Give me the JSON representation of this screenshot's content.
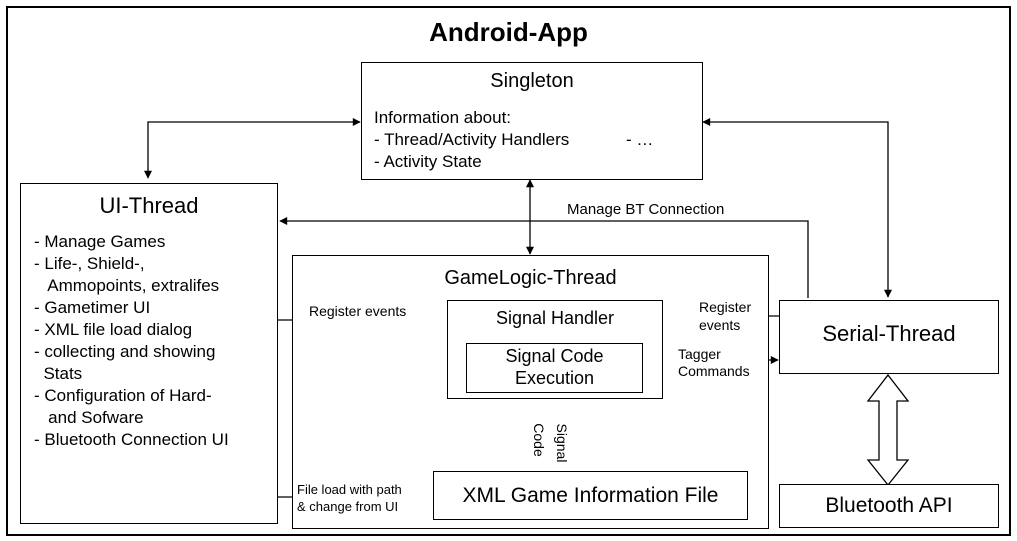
{
  "app_title": "Android-App",
  "singleton": {
    "title": "Singleton",
    "info_heading": "Information about:",
    "items": [
      "- Thread/Activity Handlers",
      "- Activity State"
    ],
    "ellipsis": "- …"
  },
  "ui_thread": {
    "title": "UI-Thread",
    "items": [
      "- Manage Games",
      "- Life-, Shield-,",
      "   Ammopoints, extralifes",
      "- Gametimer UI",
      "- XML file load dialog",
      "- collecting and showing",
      "  Stats",
      "- Configuration of Hard-",
      "   and Sofware",
      "- Bluetooth Connection UI"
    ]
  },
  "gamelogic_thread": {
    "title": "GameLogic-Thread"
  },
  "signal_handler": {
    "title": "Signal Handler"
  },
  "signal_code_execution": {
    "line1": "Signal Code",
    "line2": "Execution"
  },
  "xml_file": {
    "title": "XML Game Information File"
  },
  "serial_thread": {
    "title": "Serial-Thread"
  },
  "bluetooth_api": {
    "title": "Bluetooth API"
  },
  "edge_labels": {
    "manage_bt": "Manage BT Connection",
    "register_events_left": "Register events",
    "register_events_right_1": "Register",
    "register_events_right_2": "events",
    "tagger_1": "Tagger",
    "tagger_2": "Commands",
    "file_load_1": "File load with path",
    "file_load_2": "& change from UI",
    "signal": "Signal",
    "code": "Code"
  }
}
